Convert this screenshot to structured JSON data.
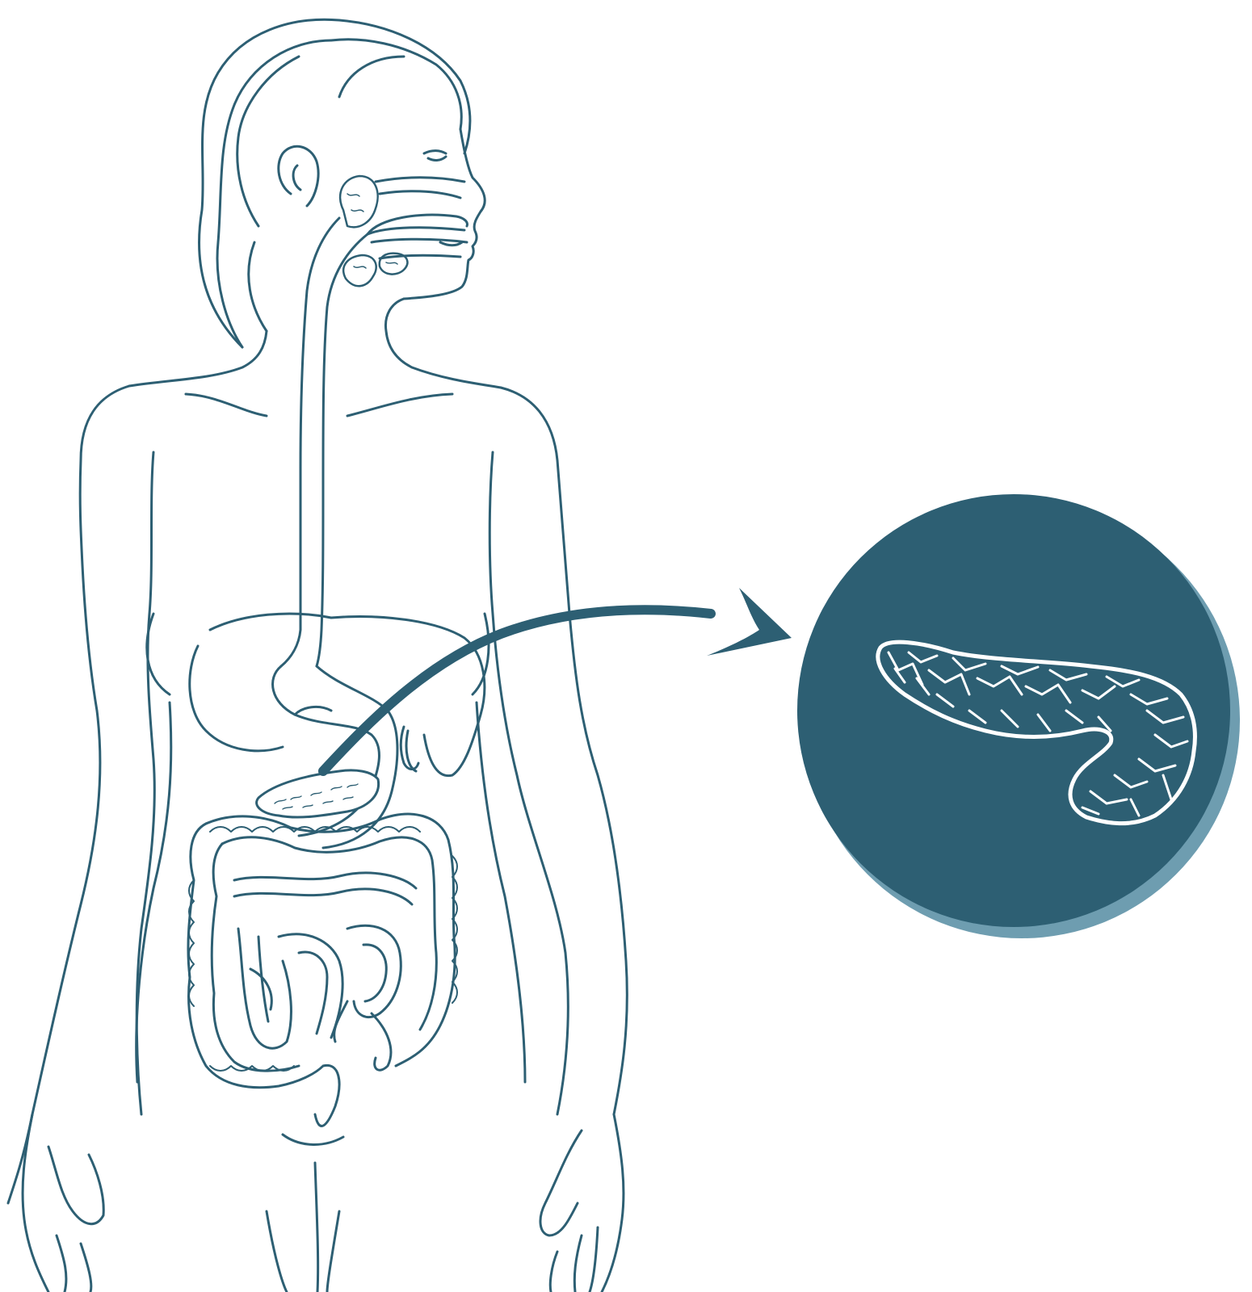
{
  "illustration": {
    "subject": "digestive-system-pancreas",
    "colors": {
      "outline": "#2d5f73",
      "inset_fill": "#2d5f73",
      "inset_shadow": "#6e9db0",
      "organ_line": "#ffffff",
      "background": "#ffffff"
    },
    "icons": [
      "body-outline",
      "esophagus",
      "salivary-glands",
      "stomach",
      "liver",
      "pancreas",
      "intestines",
      "pointer-arrow",
      "pancreas-magnified"
    ]
  }
}
